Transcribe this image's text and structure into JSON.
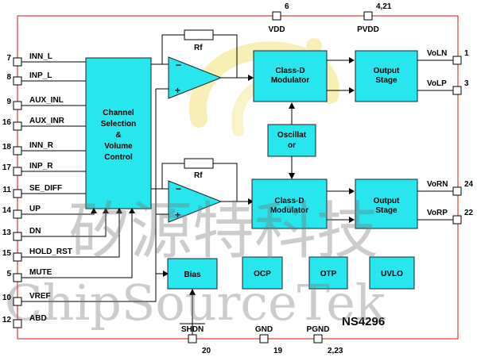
{
  "left_pins": [
    {
      "num": "7",
      "label": "INN_L"
    },
    {
      "num": "8",
      "label": "INP_L"
    },
    {
      "num": "9",
      "label": "AUX_INL"
    },
    {
      "num": "16",
      "label": "AUX_INR"
    },
    {
      "num": "18",
      "label": "INN_R"
    },
    {
      "num": "17",
      "label": "INP_R"
    },
    {
      "num": "11",
      "label": "SE_DIFF"
    },
    {
      "num": "14",
      "label": "UP"
    },
    {
      "num": "13",
      "label": "DN"
    },
    {
      "num": "15",
      "label": "HOLD_RST"
    },
    {
      "num": "5",
      "label": "MUTE"
    },
    {
      "num": "10",
      "label": "VREF"
    },
    {
      "num": "12",
      "label": "ABD"
    }
  ],
  "top_pins": [
    {
      "num": "6",
      "label": "VDD"
    },
    {
      "num": "4,21",
      "label": "PVDD"
    }
  ],
  "right_pins": [
    {
      "num": "1",
      "label": "VoLN"
    },
    {
      "num": "3",
      "label": "VoLP"
    },
    {
      "num": "24",
      "label": "VoRN"
    },
    {
      "num": "22",
      "label": "VoRP"
    }
  ],
  "bottom_pins": [
    {
      "num": "20",
      "label": "SHDN"
    },
    {
      "num": "19",
      "label": "GND"
    },
    {
      "num": "2,23",
      "label": "PGND"
    }
  ],
  "blocks": {
    "channel_selection": [
      "Channel",
      "Selection",
      "&",
      "Volume",
      "Control"
    ],
    "class_d_top": [
      "Class-D",
      "Modulator"
    ],
    "class_d_bottom": [
      "Class-D",
      "Modulator"
    ],
    "output_top": [
      "Output",
      "Stage"
    ],
    "output_bottom": [
      "Output",
      "Stage"
    ],
    "oscillator": [
      "Oscillat",
      "or"
    ],
    "bias": "Bias",
    "ocp": "OCP",
    "otp": "OTP",
    "uvlo": "UVLO"
  },
  "feedback_resistor_top": "Rf",
  "feedback_resistor_bottom": "Rf",
  "opamp_minus": "−",
  "opamp_plus": "+",
  "part_number": "NS4296",
  "watermark": {
    "chinese": "矽源特科技",
    "english": "ChipSourceTek"
  },
  "colors": {
    "block_fill": "#27e6ee",
    "border": "#e03a2a",
    "watermark": "#7a7a7a",
    "logo_yellow": "#f4e27a"
  }
}
